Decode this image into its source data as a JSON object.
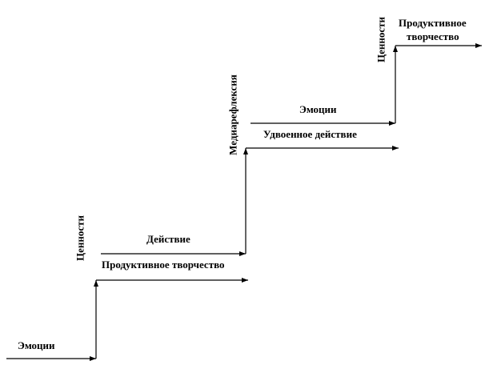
{
  "diagram": {
    "labels": {
      "emotions_1": "Эмоции",
      "values_1": "Ценности",
      "action": "Действие",
      "productive_creativity_1": "Продуктивное творчество",
      "mediareflection": "Медиарефлексия",
      "emotions_2": "Эмоции",
      "doubled_action": "Удвоенное действие",
      "values_2": "Ценности",
      "productive_creativity_2_line1": "Продуктивное",
      "productive_creativity_2_line2": "творчество"
    }
  }
}
